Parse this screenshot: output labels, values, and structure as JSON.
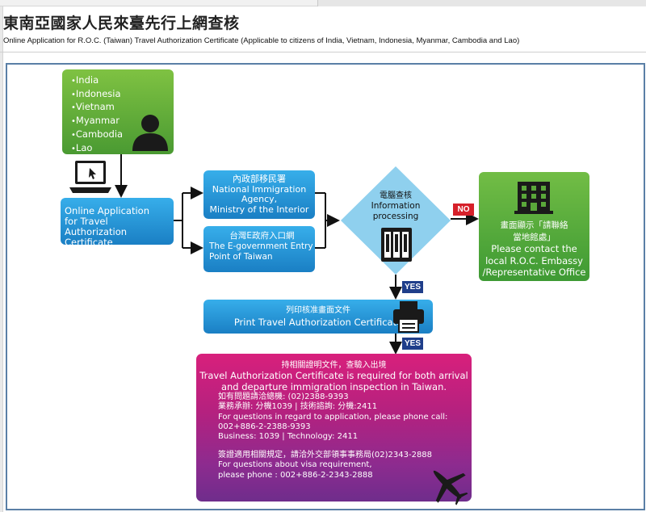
{
  "header": {
    "title": "東南亞國家人民來臺先行上網查核",
    "subtitle": "Online Application for R.O.C. (Taiwan) Travel Authorization Certificate (Applicable to citizens of India, Vietnam, Indonesia, Myanmar, Cambodia and Lao)"
  },
  "flow": {
    "countries": [
      "India",
      "Indonesia",
      "Vietnam",
      "Myanmar",
      "Cambodia",
      "Lao"
    ],
    "apply": {
      "line1": "Online Application",
      "line2": "for Travel",
      "line3": "Authorization Certificate"
    },
    "nia": {
      "zh": "內政部移民署",
      "line1": "National Immigration",
      "line2": "Agency,",
      "line3": "Ministry of the Interior"
    },
    "egov": {
      "zh": "台灣E政府入口網",
      "line1": "The E-government Entry",
      "line2": "Point of Taiwan"
    },
    "check": {
      "zh": "電腦查核",
      "line1": "Information",
      "line2": "processing"
    },
    "no_label": "NO",
    "yes_label_1": "YES",
    "yes_label_2": "YES",
    "contact": {
      "zh1": "畫面顯示「請聯絡",
      "zh2": "當地館處」",
      "line1": "Please contact the",
      "line2": "local R.O.C. Embassy",
      "line3": "/Representative Office"
    },
    "print": {
      "zh": "列印核准畫面文件",
      "en": "Print Travel Authorization Certificate"
    },
    "final": {
      "zh_title": "持相關證明文件，查驗入出境",
      "en1": "Travel Authorization Certificate is required for both arrival",
      "en2": "and departure immigration inspection in Taiwan.",
      "l1": "如有問題請洽總機: (02)2388-9393",
      "l2": "業務承辦: 分機1039 | 技術諮詢: 分機:2411",
      "l3": "For questions in regard to application, please phone call:",
      "l4": "002+886-2-2388-9393",
      "l5": "Business: 1039 | Technology: 2411",
      "l6": "簽證適用相關規定，請洽外交部領事事務局(02)2343-2888",
      "l7": "For questions about visa requirement,",
      "l8": "please phone : 002+886-2-2343-2888"
    }
  },
  "icons": {
    "person": "person-icon",
    "laptop": "laptop-icon",
    "server": "server-icon",
    "building": "building-icon",
    "printer": "printer-icon",
    "airplane": "airplane-icon"
  },
  "colors": {
    "green": "#5aa83a",
    "blue": "#1e8fd6",
    "diamond": "#8fd0ee",
    "magenta": "#c01f7f",
    "purple": "#6f2d8c",
    "no_red": "#d6202a",
    "yes_navy": "#1f3e8a",
    "frame": "#5a7fa6"
  }
}
